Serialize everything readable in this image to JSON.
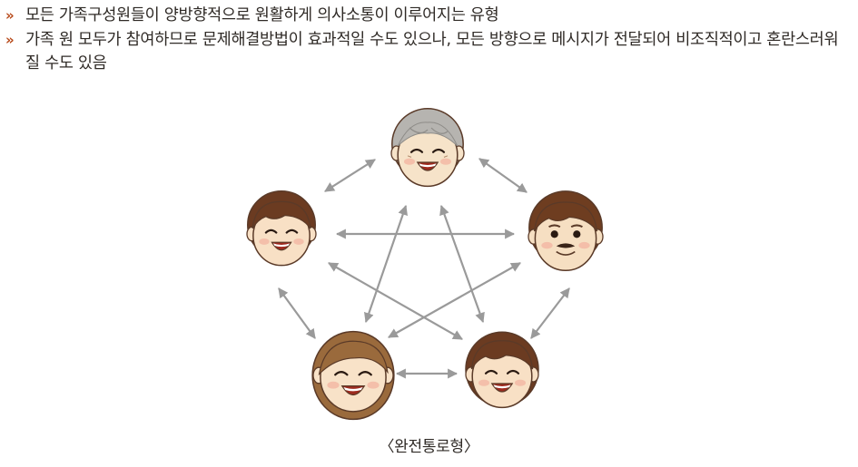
{
  "bullets": [
    {
      "marker": "»",
      "text": "모든 가족구성원들이 양방향적으로 원활하게 의사소통이 이루어지는 유형"
    },
    {
      "marker": "»",
      "text": "가족 원 모두가 참여하므로 문제해결방법이 효과적일 수도 있으나, 모든 방향으로 메시지가 전달되어 비조직적이고 혼란스러워질 수도 있음"
    }
  ],
  "diagram": {
    "caption": "〈완전통로형〉",
    "nodes": [
      {
        "id": "grandmother",
        "hair": "#b6b4b0",
        "skin": "#f6e3c9",
        "kind": "elder"
      },
      {
        "id": "left-man",
        "hair": "#6b3b21",
        "skin": "#f8e0c5",
        "kind": "young"
      },
      {
        "id": "right-man",
        "hair": "#6e3d20",
        "skin": "#f6dfc2",
        "kind": "mustache"
      },
      {
        "id": "bottom-left-woman",
        "hair": "#9a6a3c",
        "skin": "#f8e2c8",
        "kind": "woman"
      },
      {
        "id": "bottom-right-girl",
        "hair": "#6b3b21",
        "skin": "#f8e0c5",
        "kind": "girl"
      }
    ],
    "connections": [
      [
        "grandmother",
        "left-man"
      ],
      [
        "grandmother",
        "right-man"
      ],
      [
        "grandmother",
        "bottom-left-woman"
      ],
      [
        "grandmother",
        "bottom-right-girl"
      ],
      [
        "left-man",
        "right-man"
      ],
      [
        "left-man",
        "bottom-left-woman"
      ],
      [
        "left-man",
        "bottom-right-girl"
      ],
      [
        "right-man",
        "bottom-left-woman"
      ],
      [
        "right-man",
        "bottom-right-girl"
      ],
      [
        "bottom-left-woman",
        "bottom-right-girl"
      ]
    ],
    "arrow_color": "#9a9a9a"
  }
}
